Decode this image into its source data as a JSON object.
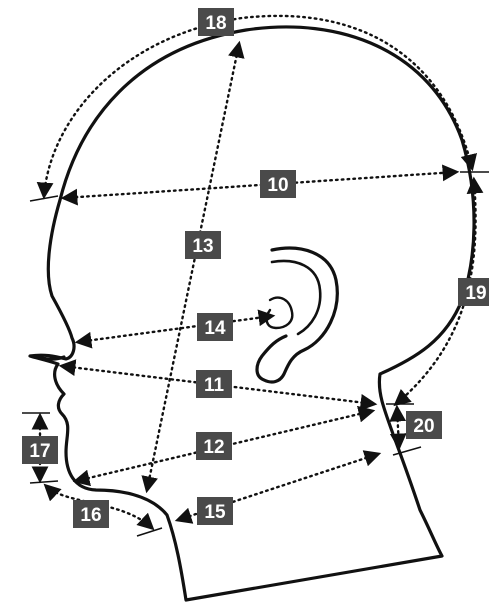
{
  "figure": {
    "labels": {
      "m10": "10",
      "m11": "11",
      "m12": "12",
      "m13": "13",
      "m14": "14",
      "m15": "15",
      "m16": "16",
      "m17": "17",
      "m18": "18",
      "m19": "19",
      "m20": "20"
    },
    "colors": {
      "line": "#111111",
      "label_background": "#4a4a4a",
      "label_text": "#ffffff"
    }
  }
}
